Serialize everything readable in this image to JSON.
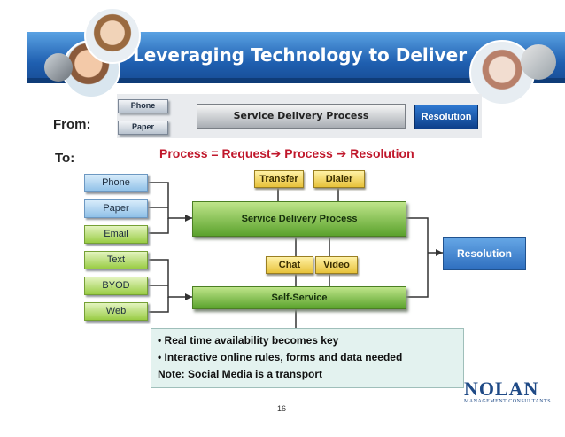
{
  "slide": {
    "title": "Leveraging Technology to Deliver",
    "from_label": "From:",
    "to_label": "To:",
    "page_number": "16"
  },
  "from_diagram": {
    "inputs": [
      "Phone",
      "Paper"
    ],
    "process": "Service Delivery Process",
    "output": "Resolution"
  },
  "formula": "Process = Request➔ Process ➔ Resolution",
  "to_diagram": {
    "channels": [
      "Phone",
      "Paper",
      "Email",
      "Text",
      "BYOD",
      "Web"
    ],
    "top_tools": [
      "Transfer",
      "Dialer"
    ],
    "process": "Service Delivery Process",
    "mid_tools": [
      "Chat",
      "Video"
    ],
    "self_service": "Self-Service",
    "output": "Resolution"
  },
  "notes": [
    "• Real time availability  becomes key",
    "• Interactive online rules, forms and data needed",
    "Note: Social Media is a transport"
  ],
  "logo": {
    "name": "NOLAN",
    "tagline": "MANAGEMENT CONSULTANTS"
  },
  "colors": {
    "header_blue": "#1f5fb0",
    "formula_red": "#c0172b",
    "channel_blue": "#8fc0e8",
    "channel_green": "#99cc44",
    "process_green": "#5aa22c",
    "resolution_blue": "#2f6fbf",
    "note_bg": "#e3f2ef"
  }
}
